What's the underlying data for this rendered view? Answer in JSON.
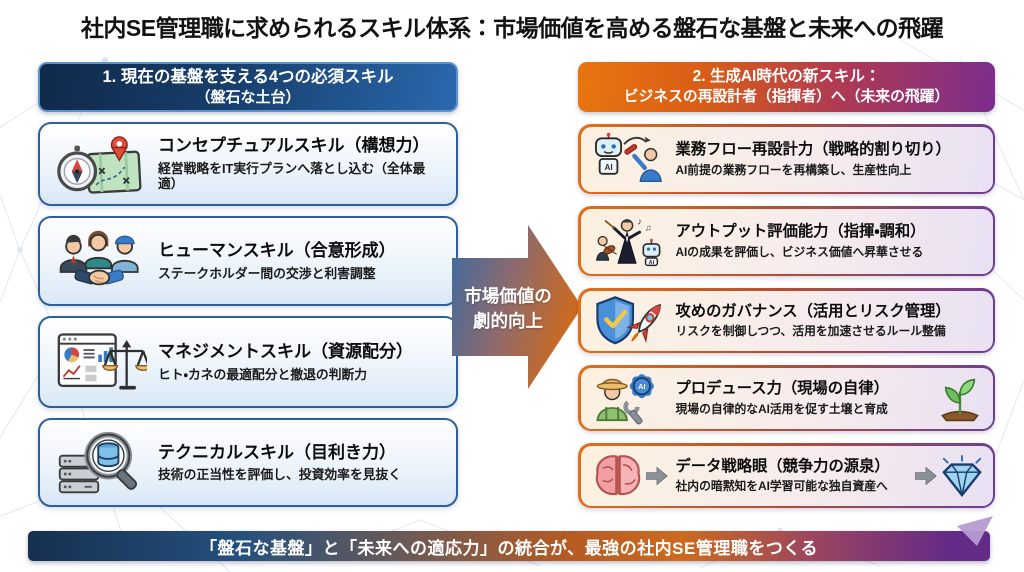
{
  "title": "社内SE管理職に求められるスキル体系：市場価値を高める盤石な基盤と未来への飛躍",
  "left_column": {
    "header": {
      "line1": "1. 現在の基盤を支える4つの必須スキル",
      "line2": "（盤石な土台）"
    },
    "items": [
      {
        "icon": "compass-map",
        "title": "コンセプチュアルスキル（構想力）",
        "desc": "経営戦略をIT実行プランへ落とし込む（全体最適）"
      },
      {
        "icon": "people-handshake",
        "title": "ヒューマンスキル（合意形成）",
        "desc": "ステークホルダー間の交渉と利害調整"
      },
      {
        "icon": "charts-scale",
        "title": "マネジメントスキル（資源配分）",
        "desc": "ヒト・カネの最適配分と撤退の判断力"
      },
      {
        "icon": "magnifier-database",
        "title": "テクニカルスキル（目利き力）",
        "desc": "技術の正当性を評価し、投資効率を見抜く"
      }
    ]
  },
  "center_arrow": {
    "line1": "市場価値の",
    "line2": "劇的向上"
  },
  "right_column": {
    "header": {
      "line1": "2. 生成AI時代の新スキル：",
      "line2": "ビジネスの再設計者（指揮者）へ（未来の飛躍）"
    },
    "items": [
      {
        "icon": "robot-handoff",
        "title": "業務フロー再設計力（戦略的割り切り）",
        "desc": "AI前提の業務フローを再構築し、生産性向上"
      },
      {
        "icon": "conductor-orchestra",
        "title": "アウトプット評価能力（指揮・調和）",
        "desc": "AIの成果を評価し、ビジネス価値へ昇華させる"
      },
      {
        "icon": "shield-rocket",
        "title": "攻めのガバナンス（活用とリスク管理）",
        "desc": "リスクを制御しつつ、活用を加速させるルール整備"
      },
      {
        "icon": "farmer-ai-gear",
        "right_icon": "sprout",
        "title": "プロデュース力（現場の自律）",
        "desc": "現場の自律的なAI活用を促す土壌と育成"
      },
      {
        "icon": "brain-arrow",
        "right_icon": "arrow-diamond",
        "title": "データ戦略眼（競争力の源泉）",
        "desc": "社内の暗黙知をAI学習可能な独自資産へ"
      }
    ]
  },
  "footer": {
    "text": "「盤石な基盤」と「未来への適応力」の統合が、最強の社内SE管理職をつくる"
  },
  "icon_labels": {
    "ai": "AI",
    "note1": "♪",
    "note2": "♫"
  },
  "colors": {
    "left_border": "#2d5f9e",
    "left_header_dark": "#10294a",
    "left_header_light": "#2a68ae",
    "right_orange": "#e0701c",
    "right_purple": "#6a3d9a",
    "arrow_blue": "#3a6ba3",
    "arrow_orange": "#cc6a1f",
    "banner_navy": "#16304f",
    "banner_orange": "#cc6a1f",
    "banner_purple": "#632a87"
  }
}
